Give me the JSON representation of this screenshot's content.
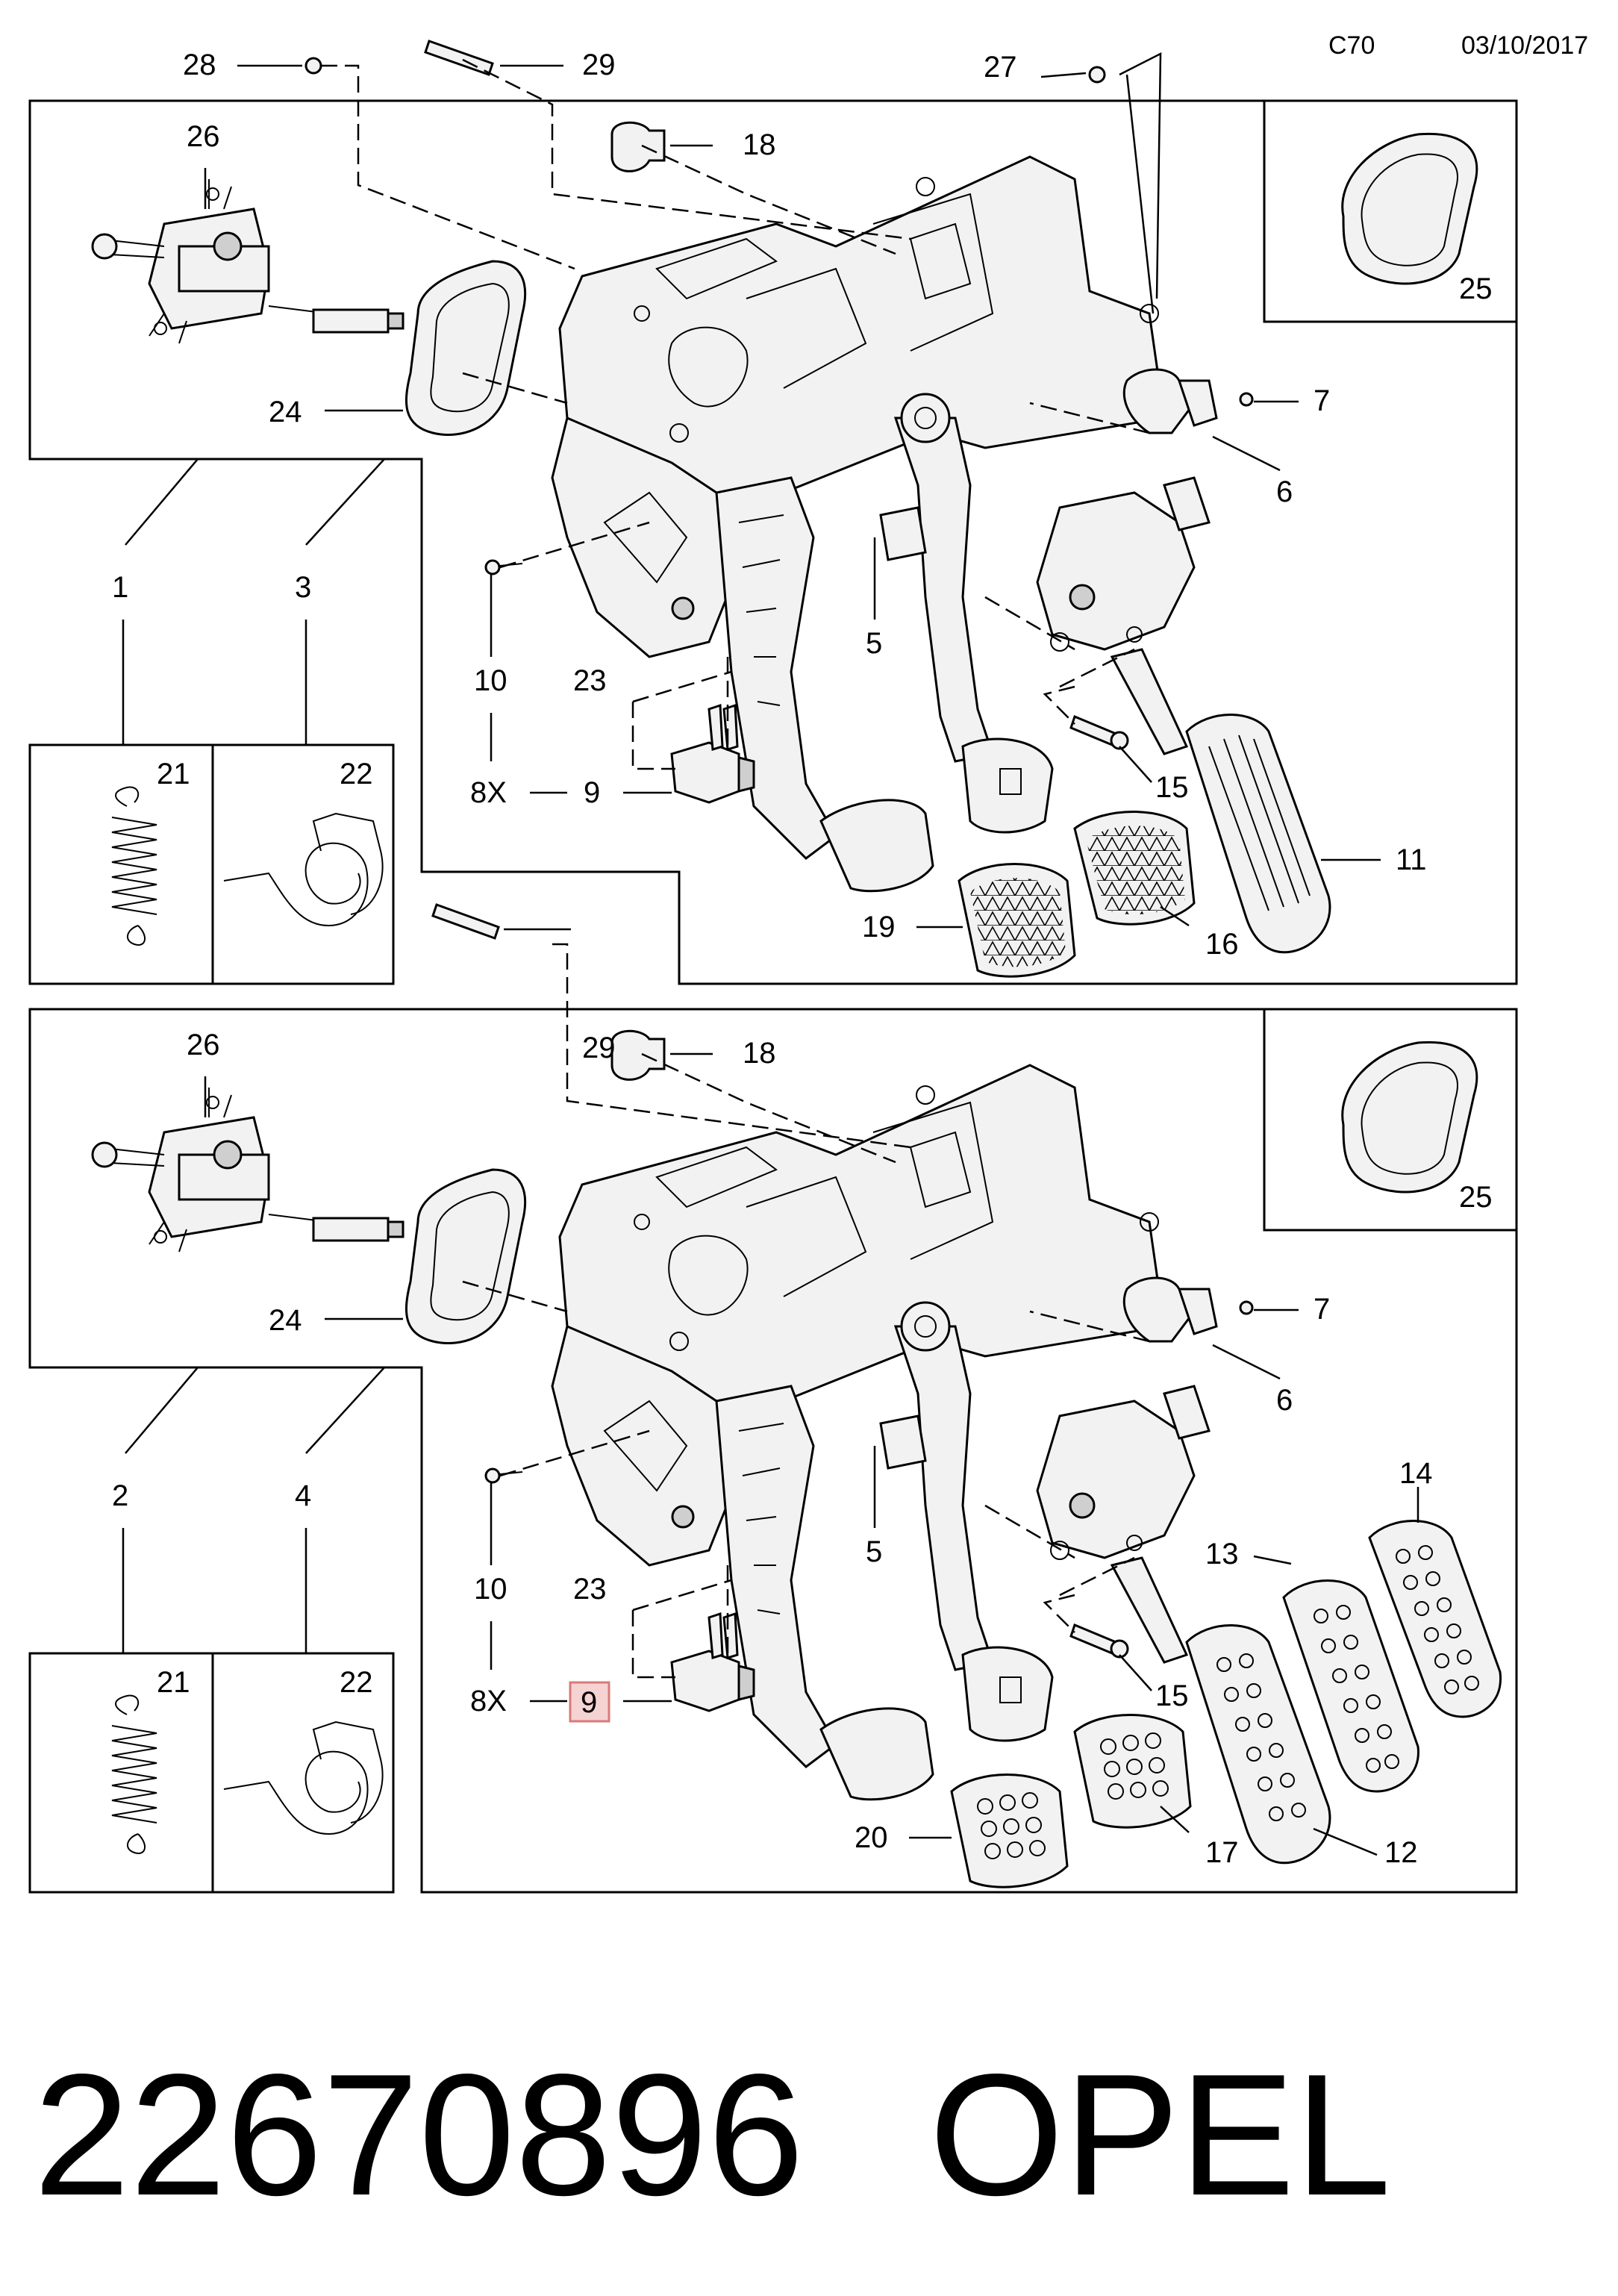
{
  "header": {
    "code": "C70",
    "date": "03/10/2017"
  },
  "footer": {
    "part_number": "22670896",
    "brand": "OPEL"
  },
  "highlight": {
    "callout": "9",
    "color": "#d97a7a",
    "fill": "#f6d3d3"
  },
  "callouts_top": {
    "c28": "28",
    "c29a": "29",
    "c27": "27",
    "c26": "26",
    "c18": "18",
    "c24": "24",
    "c25": "25",
    "c7": "7",
    "c6": "6",
    "c1": "1",
    "c3": "3",
    "c10": "10",
    "c23": "23",
    "c5": "5",
    "c8x": "8X",
    "c9": "9",
    "c21": "21",
    "c22": "22",
    "c15": "15",
    "c11": "11",
    "c19": "19",
    "c16": "16"
  },
  "callouts_bottom": {
    "c29b": "29",
    "c26": "26",
    "c18": "18",
    "c24": "24",
    "c25": "25",
    "c7": "7",
    "c6": "6",
    "c2": "2",
    "c4": "4",
    "c10": "10",
    "c23": "23",
    "c5": "5",
    "c14": "14",
    "c13": "13",
    "c8x": "8X",
    "c9": "9",
    "c21": "21",
    "c22": "22",
    "c15": "15",
    "c20": "20",
    "c17": "17",
    "c12": "12"
  }
}
